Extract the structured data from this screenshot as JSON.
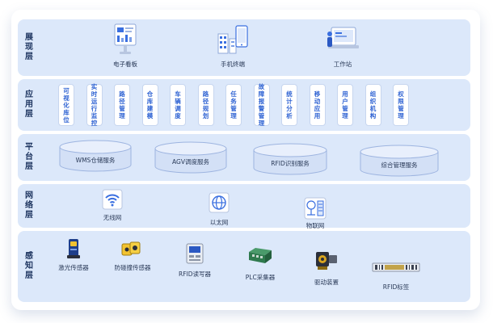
{
  "layers": {
    "presentation": {
      "label": [
        "展",
        "现",
        "层"
      ],
      "items": [
        "电子看板",
        "手机终端",
        "工作站"
      ]
    },
    "application": {
      "label": [
        "应",
        "用",
        "层"
      ],
      "modules": [
        [
          "可",
          "视",
          "化",
          "库",
          "位"
        ],
        [
          "实",
          "时",
          "运",
          "行",
          "监",
          "控"
        ],
        [
          "路",
          "径",
          "管",
          "理"
        ],
        [
          "仓",
          "库",
          "建",
          "模"
        ],
        [
          "车",
          "辆",
          "调",
          "度"
        ],
        [
          "路",
          "径",
          "规",
          "划"
        ],
        [
          "任",
          "务",
          "管",
          "理"
        ],
        [
          "故",
          "障",
          "报",
          "警",
          "管",
          "理"
        ],
        [
          "统",
          "计",
          "分",
          "析"
        ],
        [
          "移",
          "动",
          "应",
          "用"
        ],
        [
          "用",
          "户",
          "管",
          "理"
        ],
        [
          "组",
          "织",
          "机",
          "构"
        ],
        [
          "权",
          "限",
          "管",
          "理"
        ]
      ]
    },
    "platform": {
      "label": [
        "平",
        "台",
        "层"
      ],
      "services": [
        "WMS仓储服务",
        "AGV调度服务",
        "RFID识别服务",
        "综合管理服务"
      ]
    },
    "network": {
      "label": [
        "网",
        "络",
        "层"
      ],
      "items": [
        "无线网",
        "以太网",
        "物联网"
      ]
    },
    "perception": {
      "label": [
        "感",
        "知",
        "层"
      ],
      "items": [
        "激光传感器",
        "防碰撞传感器",
        "RFID读写器",
        "PLC采集器",
        "驱动装置",
        "RFID标签"
      ]
    }
  }
}
